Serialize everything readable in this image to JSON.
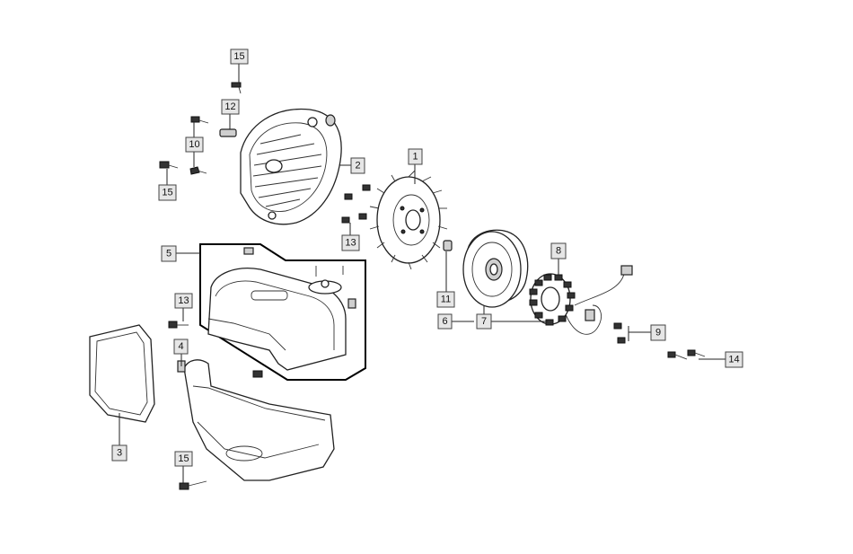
{
  "diagram": {
    "callouts": [
      {
        "id": "c1",
        "label": "1"
      },
      {
        "id": "c2",
        "label": "2"
      },
      {
        "id": "c3",
        "label": "3"
      },
      {
        "id": "c4",
        "label": "4"
      },
      {
        "id": "c5",
        "label": "5"
      },
      {
        "id": "c6",
        "label": "6"
      },
      {
        "id": "c7",
        "label": "7"
      },
      {
        "id": "c8",
        "label": "8"
      },
      {
        "id": "c9",
        "label": "9"
      },
      {
        "id": "c10",
        "label": "10"
      },
      {
        "id": "c11",
        "label": "11"
      },
      {
        "id": "c12",
        "label": "12"
      },
      {
        "id": "c13a",
        "label": "13"
      },
      {
        "id": "c13b",
        "label": "13"
      },
      {
        "id": "c14",
        "label": "14"
      },
      {
        "id": "c15a",
        "label": "15"
      },
      {
        "id": "c15b",
        "label": "15"
      },
      {
        "id": "c15c",
        "label": "15"
      }
    ]
  }
}
